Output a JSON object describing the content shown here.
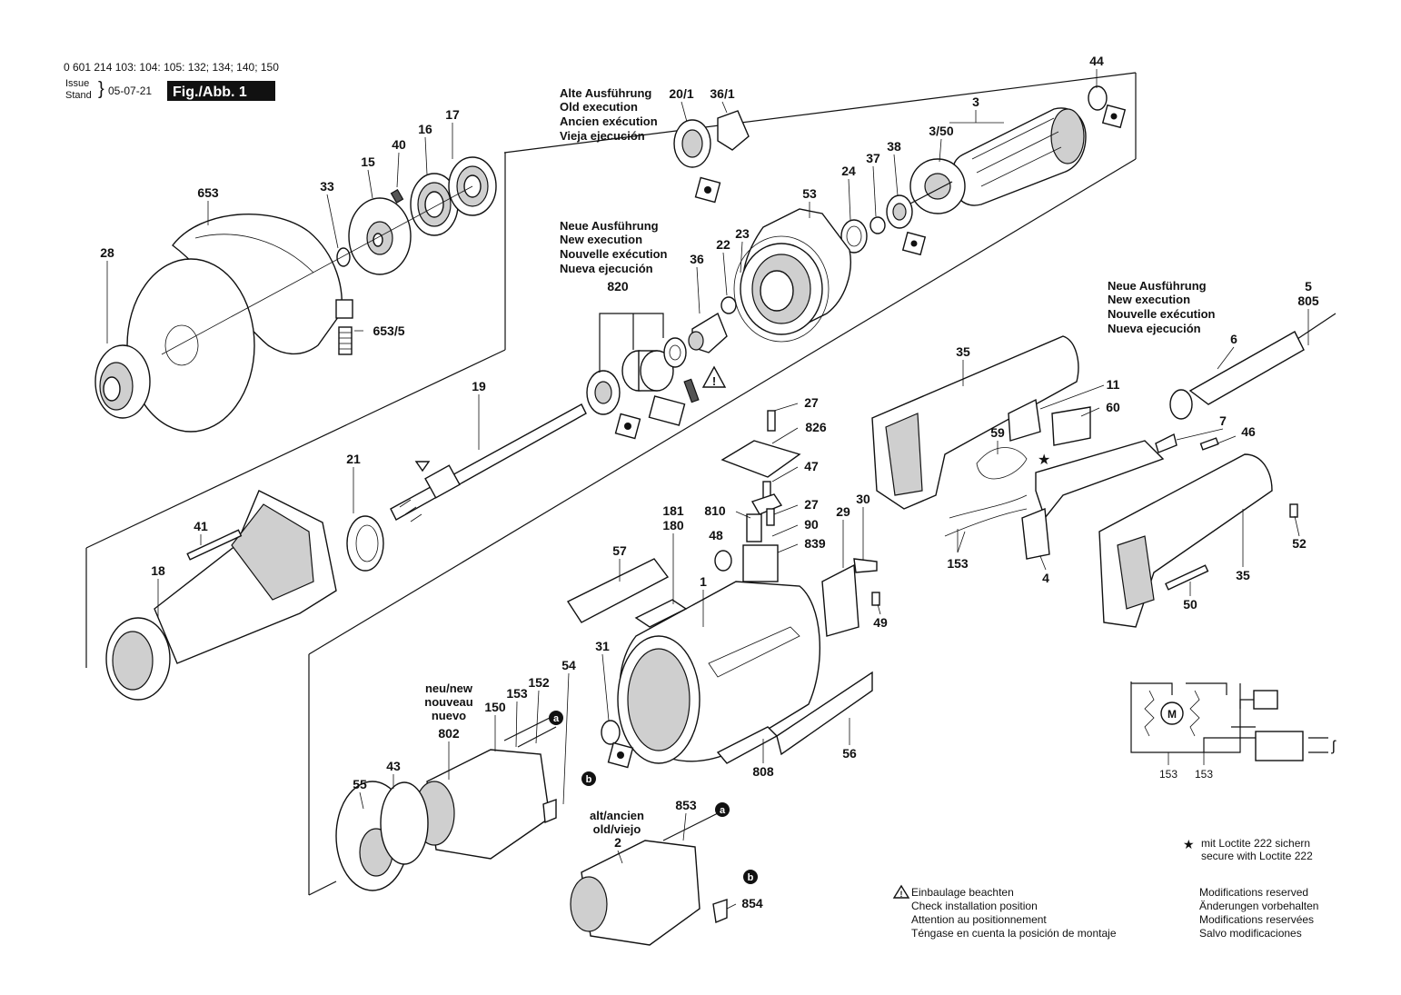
{
  "header": {
    "part_numbers": "0 601 214 103: 104: 105: 132; 134; 140; 150",
    "issue_label_1": "Issue",
    "issue_label_2": "Stand",
    "date": "05-07-21",
    "figure_label": "Fig./Abb. 1"
  },
  "notes": {
    "old_execution": [
      "Alte Ausführung",
      "Old execution",
      "Ancien exécution",
      "Vieja ejecución"
    ],
    "new_execution_a": [
      "Neue Ausführung",
      "New execution",
      "Nouvelle exécution",
      "Nueva ejecución"
    ],
    "new_execution_b": [
      "Neue Ausführung",
      "New execution",
      "Nouvelle exécution",
      "Nueva ejecución"
    ],
    "neu_new": [
      "neu/new",
      "nouveau",
      "nuevo"
    ],
    "alt_old": [
      "alt/ancien",
      "old/viejo"
    ]
  },
  "callouts": [
    {
      "id": "p44",
      "text": "44"
    },
    {
      "id": "p3",
      "text": "3"
    },
    {
      "id": "p3_50",
      "text": "3/50"
    },
    {
      "id": "p20_1",
      "text": "20/1"
    },
    {
      "id": "p36_1",
      "text": "36/1"
    },
    {
      "id": "p17",
      "text": "17"
    },
    {
      "id": "p16",
      "text": "16"
    },
    {
      "id": "p40",
      "text": "40"
    },
    {
      "id": "p15",
      "text": "15"
    },
    {
      "id": "p33",
      "text": "33"
    },
    {
      "id": "p653",
      "text": "653"
    },
    {
      "id": "p28",
      "text": "28"
    },
    {
      "id": "p653_5",
      "text": "653/5"
    },
    {
      "id": "p38",
      "text": "38"
    },
    {
      "id": "p37",
      "text": "37"
    },
    {
      "id": "p24",
      "text": "24"
    },
    {
      "id": "p53",
      "text": "53"
    },
    {
      "id": "p23",
      "text": "23"
    },
    {
      "id": "p22",
      "text": "22"
    },
    {
      "id": "p36",
      "text": "36"
    },
    {
      "id": "p820",
      "text": "820"
    },
    {
      "id": "p5",
      "text": "5"
    },
    {
      "id": "p805",
      "text": "805"
    },
    {
      "id": "p6",
      "text": "6"
    },
    {
      "id": "p35a",
      "text": "35"
    },
    {
      "id": "p11",
      "text": "11"
    },
    {
      "id": "p60",
      "text": "60"
    },
    {
      "id": "p59",
      "text": "59"
    },
    {
      "id": "p7",
      "text": "7"
    },
    {
      "id": "p46",
      "text": "46"
    },
    {
      "id": "p19",
      "text": "19"
    },
    {
      "id": "p27a",
      "text": "27"
    },
    {
      "id": "p826",
      "text": "826"
    },
    {
      "id": "p47",
      "text": "47"
    },
    {
      "id": "p21",
      "text": "21"
    },
    {
      "id": "p41",
      "text": "41"
    },
    {
      "id": "p18",
      "text": "18"
    },
    {
      "id": "p810",
      "text": "810"
    },
    {
      "id": "p27b",
      "text": "27"
    },
    {
      "id": "p90",
      "text": "90"
    },
    {
      "id": "p839",
      "text": "839"
    },
    {
      "id": "p48",
      "text": "48"
    },
    {
      "id": "p181",
      "text": "181"
    },
    {
      "id": "p180",
      "text": "180"
    },
    {
      "id": "p57",
      "text": "57"
    },
    {
      "id": "p29",
      "text": "29"
    },
    {
      "id": "p30",
      "text": "30"
    },
    {
      "id": "p153a",
      "text": "153"
    },
    {
      "id": "p4",
      "text": "4"
    },
    {
      "id": "p52",
      "text": "52"
    },
    {
      "id": "p35b",
      "text": "35"
    },
    {
      "id": "p50",
      "text": "50"
    },
    {
      "id": "p1",
      "text": "1"
    },
    {
      "id": "p49",
      "text": "49"
    },
    {
      "id": "p31",
      "text": "31"
    },
    {
      "id": "p54",
      "text": "54"
    },
    {
      "id": "p152",
      "text": "152"
    },
    {
      "id": "p153b",
      "text": "153"
    },
    {
      "id": "p150",
      "text": "150"
    },
    {
      "id": "p802",
      "text": "802"
    },
    {
      "id": "p43",
      "text": "43"
    },
    {
      "id": "p55",
      "text": "55"
    },
    {
      "id": "p808",
      "text": "808"
    },
    {
      "id": "p56",
      "text": "56"
    },
    {
      "id": "p853",
      "text": "853"
    },
    {
      "id": "p2",
      "text": "2"
    },
    {
      "id": "p854",
      "text": "854"
    },
    {
      "id": "p153c",
      "text": "153"
    },
    {
      "id": "p153d",
      "text": "153"
    }
  ],
  "markers": {
    "a": "a",
    "b": "b"
  },
  "footer": {
    "loctite": [
      "mit Loctite 222 sichern",
      "secure with Loctite 222"
    ],
    "install": [
      "Einbaulage beachten",
      "Check installation position",
      "Attention au positionnement",
      "Téngase en cuenta la posición de montaje"
    ],
    "modifications": [
      "Modifications reserved",
      "Änderungen vorbehalten",
      "Modifications reservées",
      "Salvo modificaciones"
    ]
  }
}
